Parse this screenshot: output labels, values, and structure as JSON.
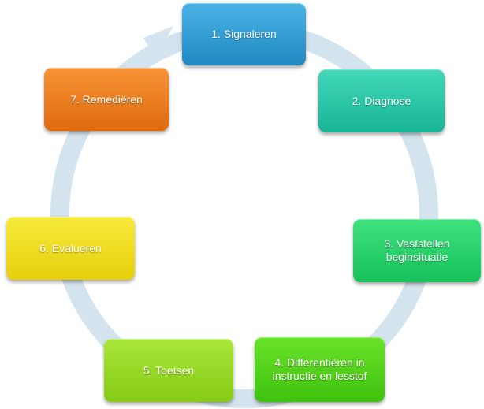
{
  "steps": [
    {
      "label": "1. Signaleren",
      "color": "#2f9fd8"
    },
    {
      "label": "2. Diagnose",
      "color": "#25c8a6"
    },
    {
      "label": "3. Vaststellen beginsituatie",
      "color": "#22d168"
    },
    {
      "label": "4. Differentiëren in instructie en lesstof",
      "color": "#50d11a"
    },
    {
      "label": "5. Toetsen",
      "color": "#98d823"
    },
    {
      "label": "6. Evalueren",
      "color": "#f0db1c"
    },
    {
      "label": "7. Remediëren",
      "color": "#ea7b1d"
    }
  ],
  "ring_color": "#d4e4ee"
}
